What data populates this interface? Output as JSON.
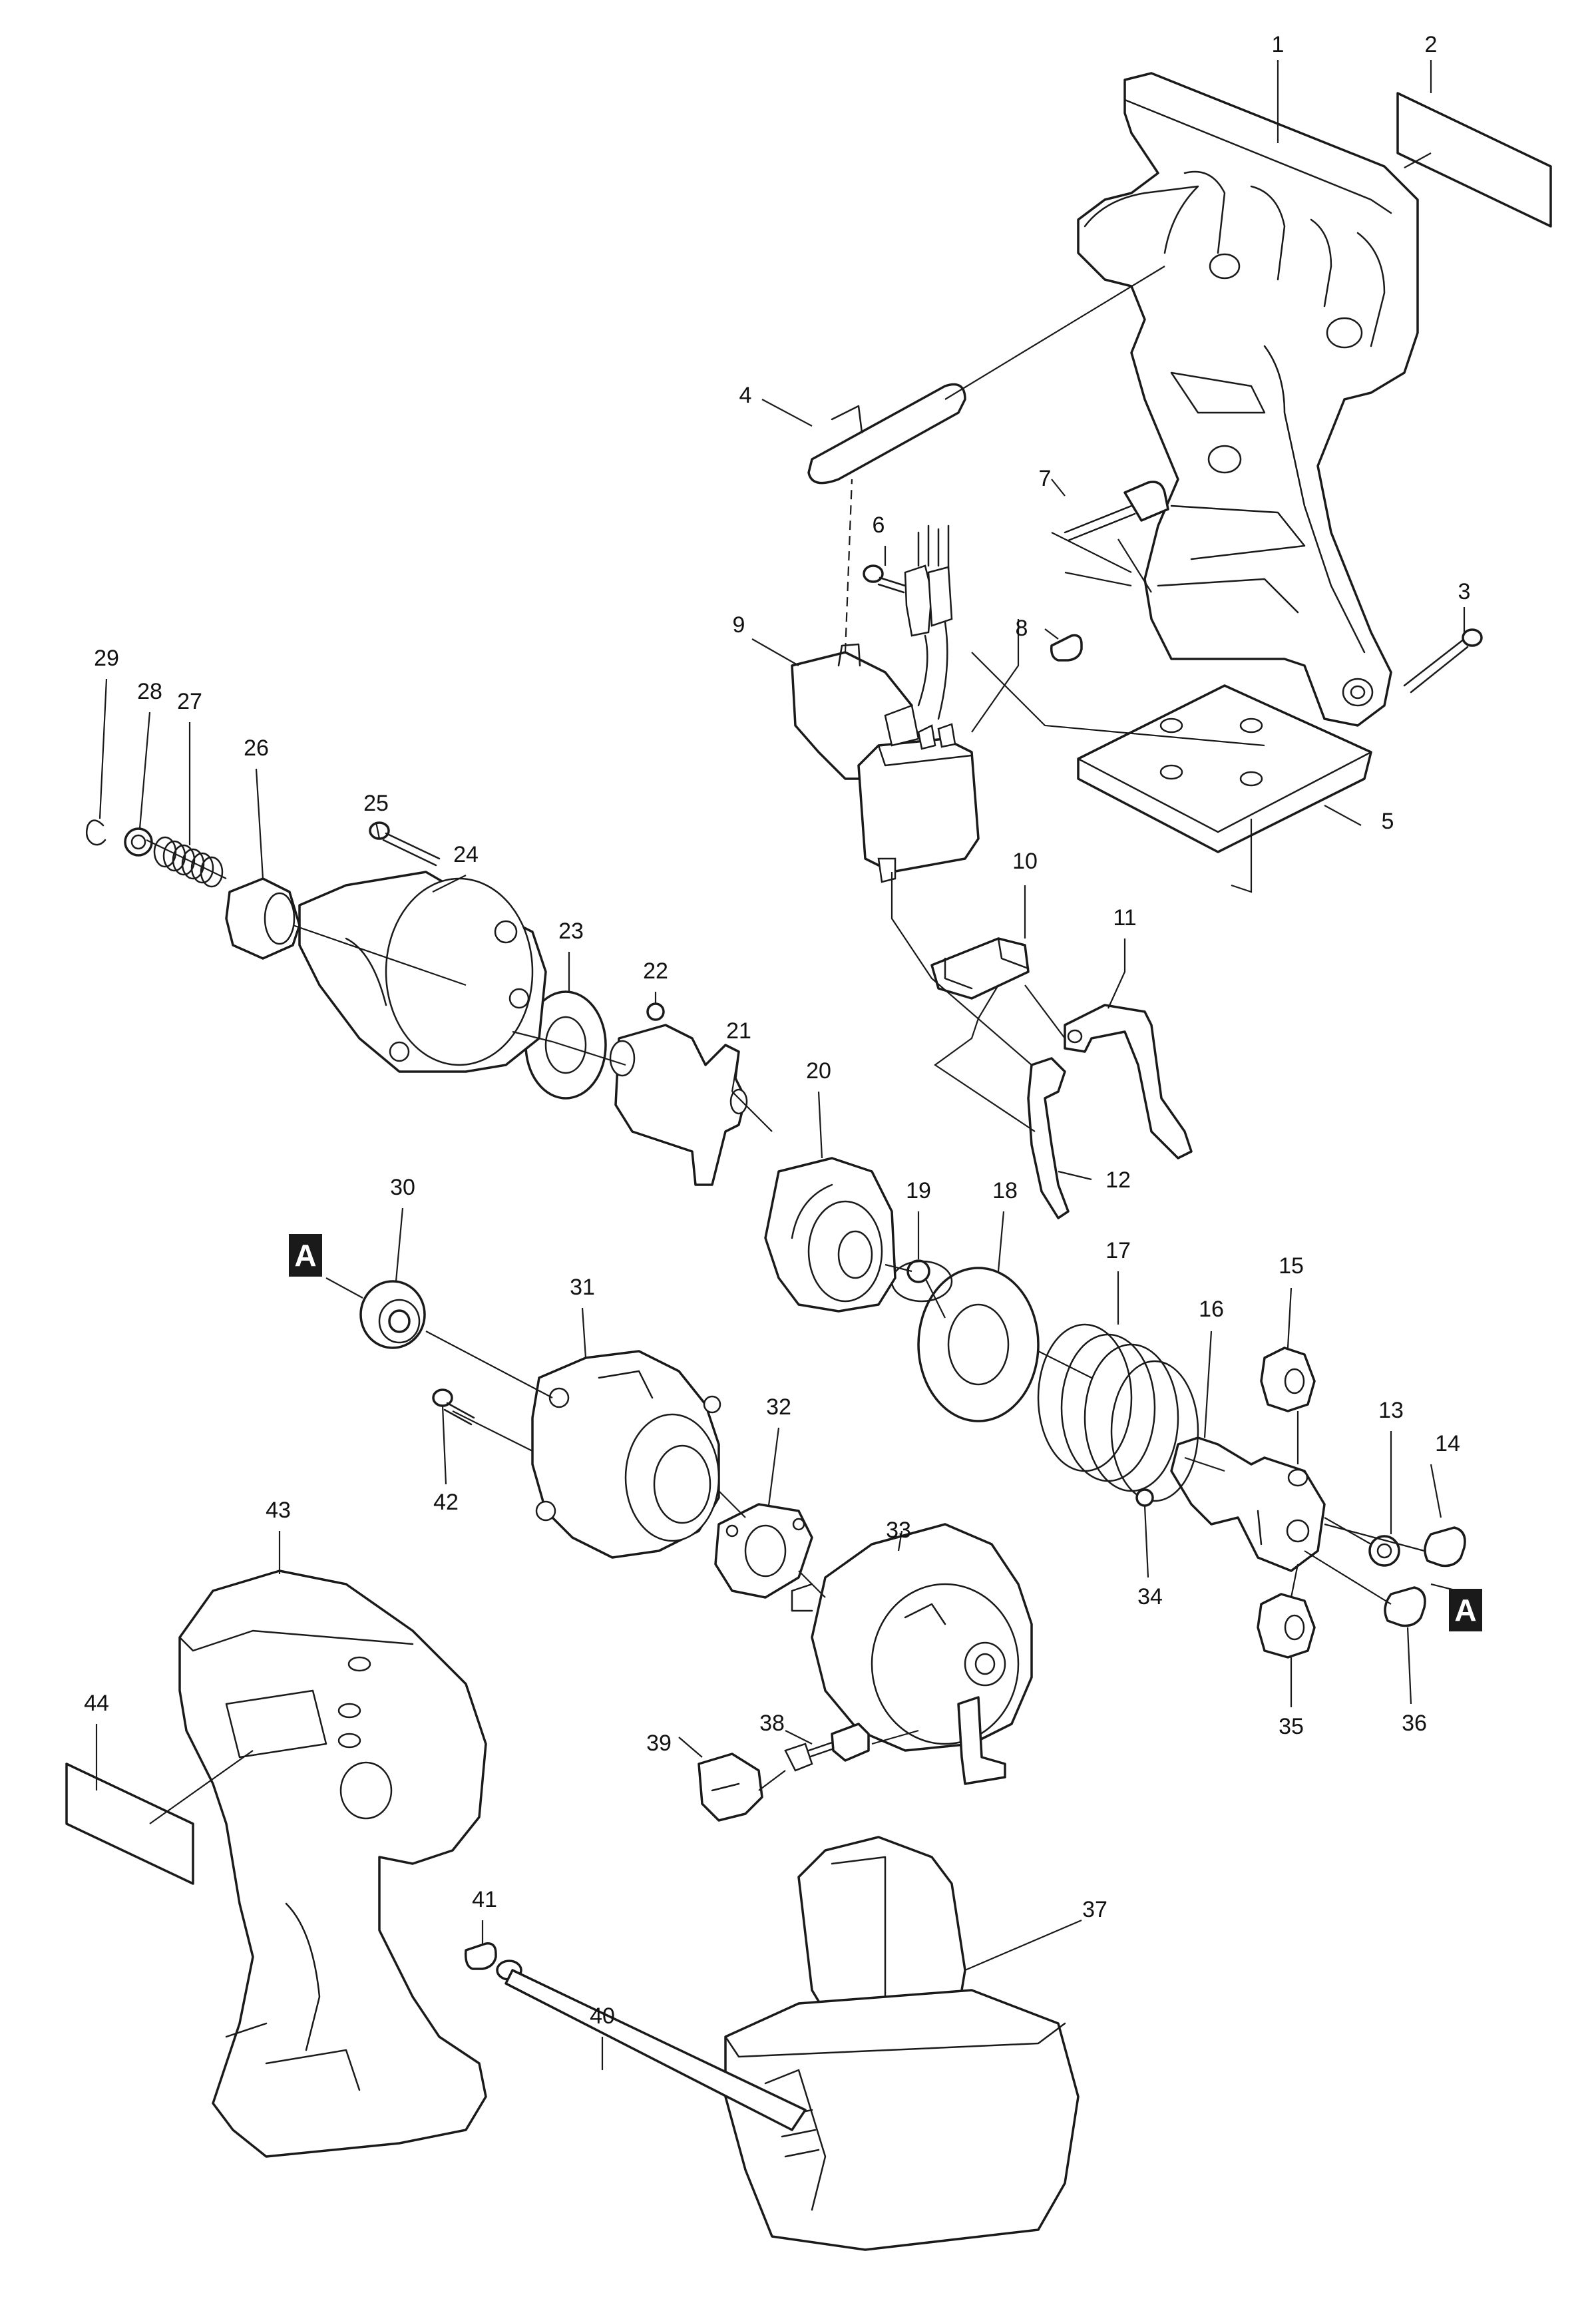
{
  "callouts": [
    {
      "id": "1",
      "label": "1"
    },
    {
      "id": "2",
      "label": "2"
    },
    {
      "id": "3",
      "label": "3"
    },
    {
      "id": "4",
      "label": "4"
    },
    {
      "id": "5",
      "label": "5"
    },
    {
      "id": "6",
      "label": "6"
    },
    {
      "id": "7",
      "label": "7"
    },
    {
      "id": "8",
      "label": "8"
    },
    {
      "id": "9",
      "label": "9"
    },
    {
      "id": "10",
      "label": "10"
    },
    {
      "id": "11",
      "label": "11"
    },
    {
      "id": "12",
      "label": "12"
    },
    {
      "id": "13",
      "label": "13"
    },
    {
      "id": "14",
      "label": "14"
    },
    {
      "id": "15",
      "label": "15"
    },
    {
      "id": "16",
      "label": "16"
    },
    {
      "id": "17",
      "label": "17"
    },
    {
      "id": "18",
      "label": "18"
    },
    {
      "id": "19",
      "label": "19"
    },
    {
      "id": "20",
      "label": "20"
    },
    {
      "id": "21",
      "label": "21"
    },
    {
      "id": "22",
      "label": "22"
    },
    {
      "id": "23",
      "label": "23"
    },
    {
      "id": "24",
      "label": "24"
    },
    {
      "id": "25",
      "label": "25"
    },
    {
      "id": "26",
      "label": "26"
    },
    {
      "id": "27",
      "label": "27"
    },
    {
      "id": "28",
      "label": "28"
    },
    {
      "id": "29",
      "label": "29"
    },
    {
      "id": "30",
      "label": "30"
    },
    {
      "id": "31",
      "label": "31"
    },
    {
      "id": "32",
      "label": "32"
    },
    {
      "id": "33",
      "label": "33"
    },
    {
      "id": "34",
      "label": "34"
    },
    {
      "id": "35",
      "label": "35"
    },
    {
      "id": "36",
      "label": "36"
    },
    {
      "id": "37",
      "label": "37"
    },
    {
      "id": "38",
      "label": "38"
    },
    {
      "id": "39",
      "label": "39"
    },
    {
      "id": "40",
      "label": "40"
    },
    {
      "id": "41",
      "label": "41"
    },
    {
      "id": "42",
      "label": "42"
    },
    {
      "id": "43",
      "label": "43"
    },
    {
      "id": "44",
      "label": "44"
    }
  ],
  "reference_markers": [
    {
      "id": "a-left",
      "label": "A"
    },
    {
      "id": "a-right",
      "label": "A"
    }
  ]
}
